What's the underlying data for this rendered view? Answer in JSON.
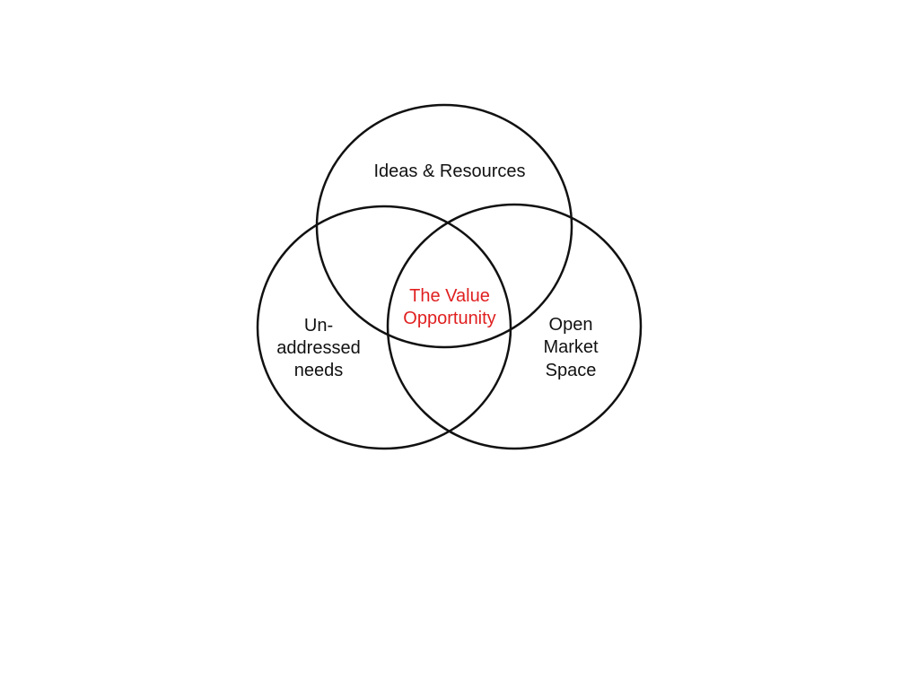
{
  "diagram": {
    "type": "venn",
    "sets": [
      {
        "id": "top",
        "label_lines": [
          "Ideas & Resources"
        ]
      },
      {
        "id": "left",
        "label_lines": [
          "Un-",
          "addressed",
          "needs"
        ]
      },
      {
        "id": "right",
        "label_lines": [
          "Open",
          "Market",
          "Space"
        ]
      }
    ],
    "intersection": {
      "label_lines": [
        "The Value",
        "Opportunity"
      ],
      "color": "#e02020"
    },
    "stroke_color": "#111111"
  }
}
